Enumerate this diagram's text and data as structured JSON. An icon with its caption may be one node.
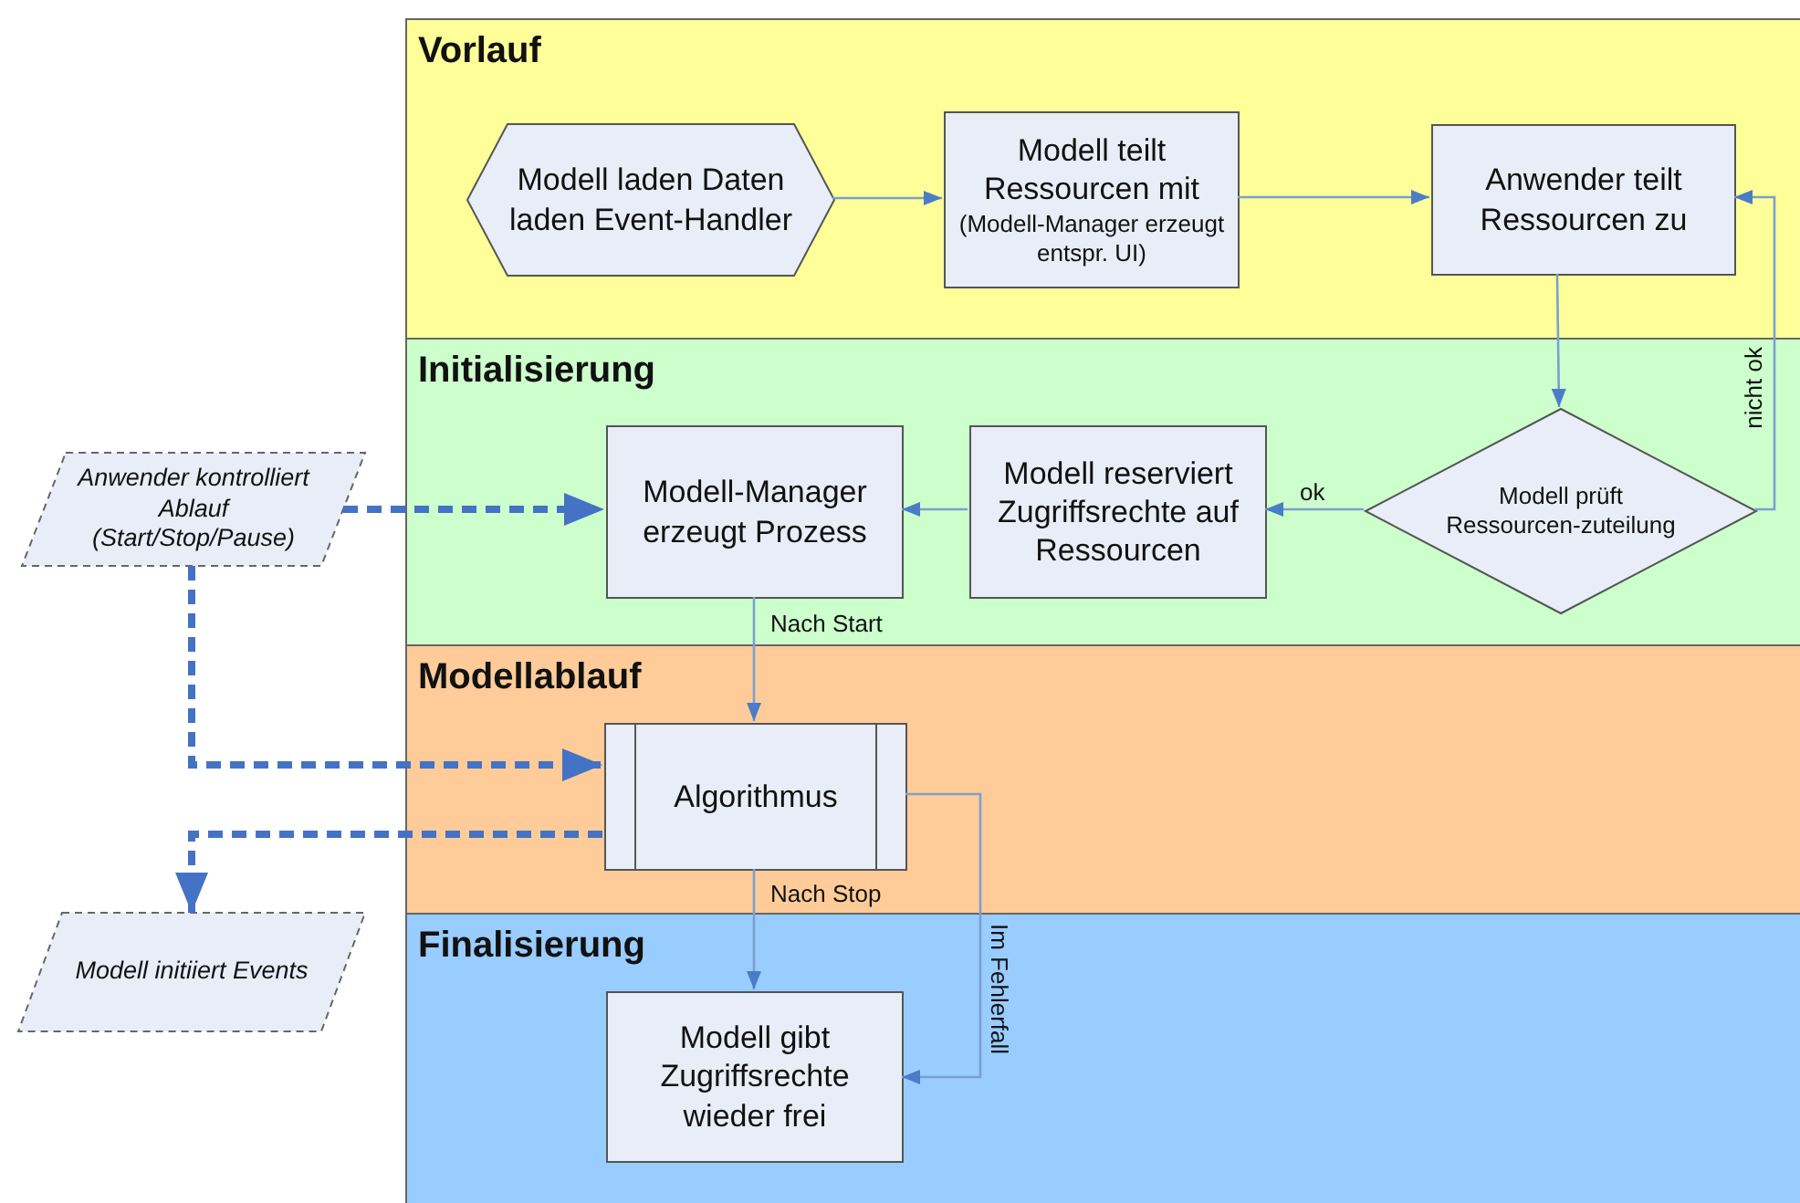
{
  "diagram": {
    "nodes": [
      {
        "text": [
          "Vorlauf"
        ]
      },
      {
        "text": [
          "Modell laden Daten laden Event-Handler"
        ],
        "in": 0
      },
      {
        "text": [
          "Modell teilt Ressourcen mit",
          "(Modell-Manager erzeugt entspr. UI)"
        ],
        "in": 0
      },
      {
        "text": [
          "Anwender teilt Ressourcen zu"
        ],
        "in": 0
      },
      {
        "text": [
          "Initialisierung"
        ]
      },
      {
        "text": [
          "Modell-Manager erzeugt Prozess"
        ],
        "in": 4
      },
      {
        "text": [
          "Modell reserviert Zugriffsrechte auf Ressourcen"
        ],
        "in": 4
      },
      {
        "text": [
          "Modell prüft Ressourcen-zuteilung"
        ],
        "in": 4
      },
      {
        "text": [
          "Modellablauf"
        ]
      },
      {
        "text": [
          "Algorithmus"
        ],
        "in": 8
      },
      {
        "text": [
          "Finalisierung"
        ]
      },
      {
        "text": [
          "Modell gibt Zugriffsrechte wieder frei"
        ],
        "in": 10
      },
      {
        "text": [
          "Anwender kontrolliert Ablauf (Start/Stop/Pause)"
        ]
      },
      {
        "text": [
          "Modell initiiert Events"
        ]
      }
    ],
    "edges": [
      {
        "from": 1,
        "to": 2,
        "arrow": "to"
      },
      {
        "from": 2,
        "to": 3,
        "arrow": "to"
      },
      {
        "from": 3,
        "to": 7,
        "arrow": "to"
      },
      {
        "from": 7,
        "to": 3,
        "arrow": "to",
        "label": "nicht ok"
      },
      {
        "from": 7,
        "to": 6,
        "arrow": "to",
        "label": "ok"
      },
      {
        "from": 6,
        "to": 5,
        "arrow": "to"
      },
      {
        "from": 5,
        "to": 9,
        "arrow": "to",
        "label": "Nach Start"
      },
      {
        "from": 9,
        "to": 11,
        "arrow": "to",
        "label": "Nach Stop"
      },
      {
        "from": 9,
        "to": 11,
        "arrow": "to",
        "label": "Im Fehlerfall"
      },
      {
        "from": 12,
        "to": 5,
        "arrow": "to",
        "style": "dashed"
      },
      {
        "from": 12,
        "to": 9,
        "arrow": "to",
        "style": "dashed"
      },
      {
        "from": 9,
        "to": 13,
        "arrow": "to",
        "style": "dashed"
      }
    ]
  }
}
